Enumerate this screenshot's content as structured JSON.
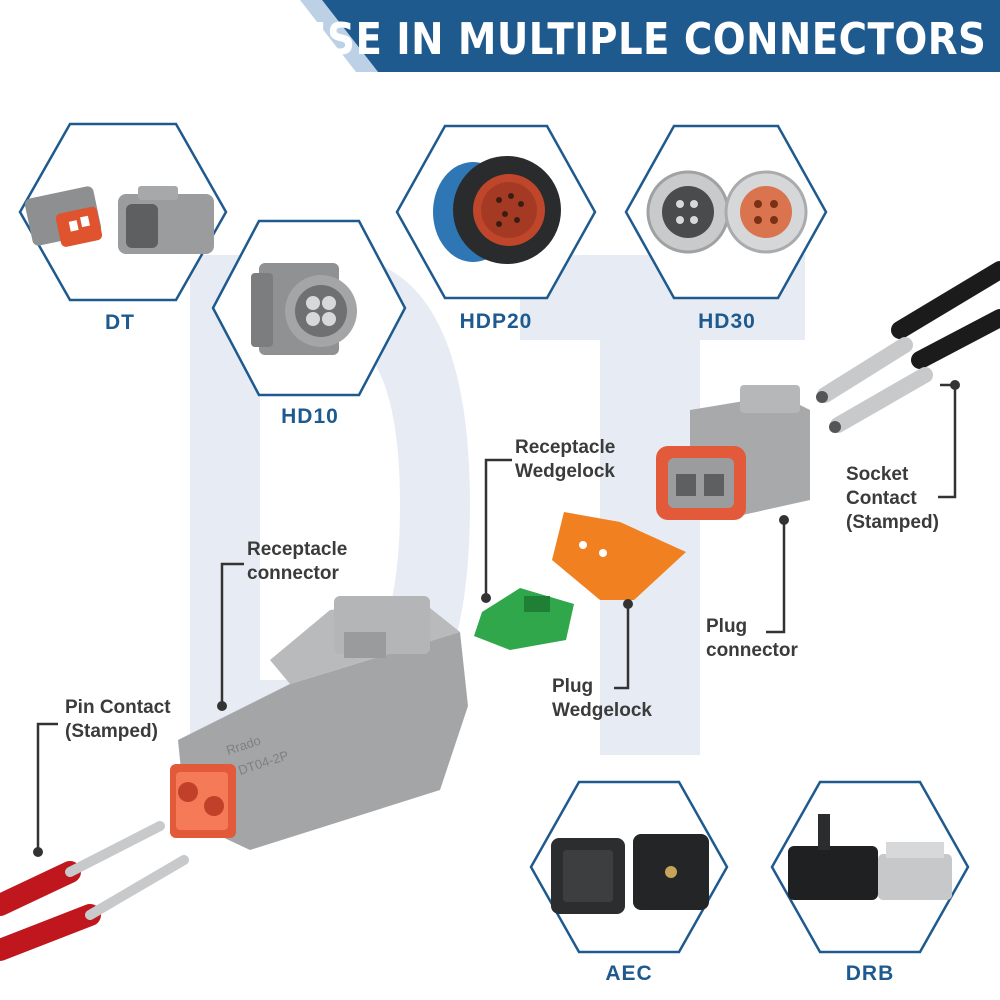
{
  "banner": {
    "title": "USE IN MULTIPLE CONNECTORS"
  },
  "connector_types": [
    {
      "id": "dt",
      "label": "DT"
    },
    {
      "id": "hd10",
      "label": "HD10"
    },
    {
      "id": "hdp20",
      "label": "HDP20"
    },
    {
      "id": "hd30",
      "label": "HD30"
    },
    {
      "id": "aec",
      "label": "AEC"
    },
    {
      "id": "drb",
      "label": "DRB"
    }
  ],
  "parts": {
    "receptacle_wedgelock": [
      "Receptacle",
      "Wedgelock"
    ],
    "socket_contact": [
      "Socket",
      "Contact",
      "(Stamped)"
    ],
    "receptacle_connector": [
      "Receptacle",
      "connector"
    ],
    "plug_connector": [
      "Plug",
      "connector"
    ],
    "plug_wedgelock": [
      "Plug",
      "Wedgelock"
    ],
    "pin_contact": [
      "Pin Contact",
      "(Stamped)"
    ]
  },
  "product_marking": {
    "brand": "Rrado",
    "model": "DT04-2P"
  },
  "colors": {
    "banner": "#1f5a8f",
    "hex_border": "#1e5a8e",
    "label": "#1e5a8e",
    "watermark": "#e7ecf4",
    "connector_gray": "#a7a9ab",
    "seal_orange": "#e25a3a",
    "wedge_orange": "#f08020",
    "wedge_green": "#2fa74a",
    "wire_red": "#c0171f",
    "wire_black": "#1b1b1b"
  }
}
